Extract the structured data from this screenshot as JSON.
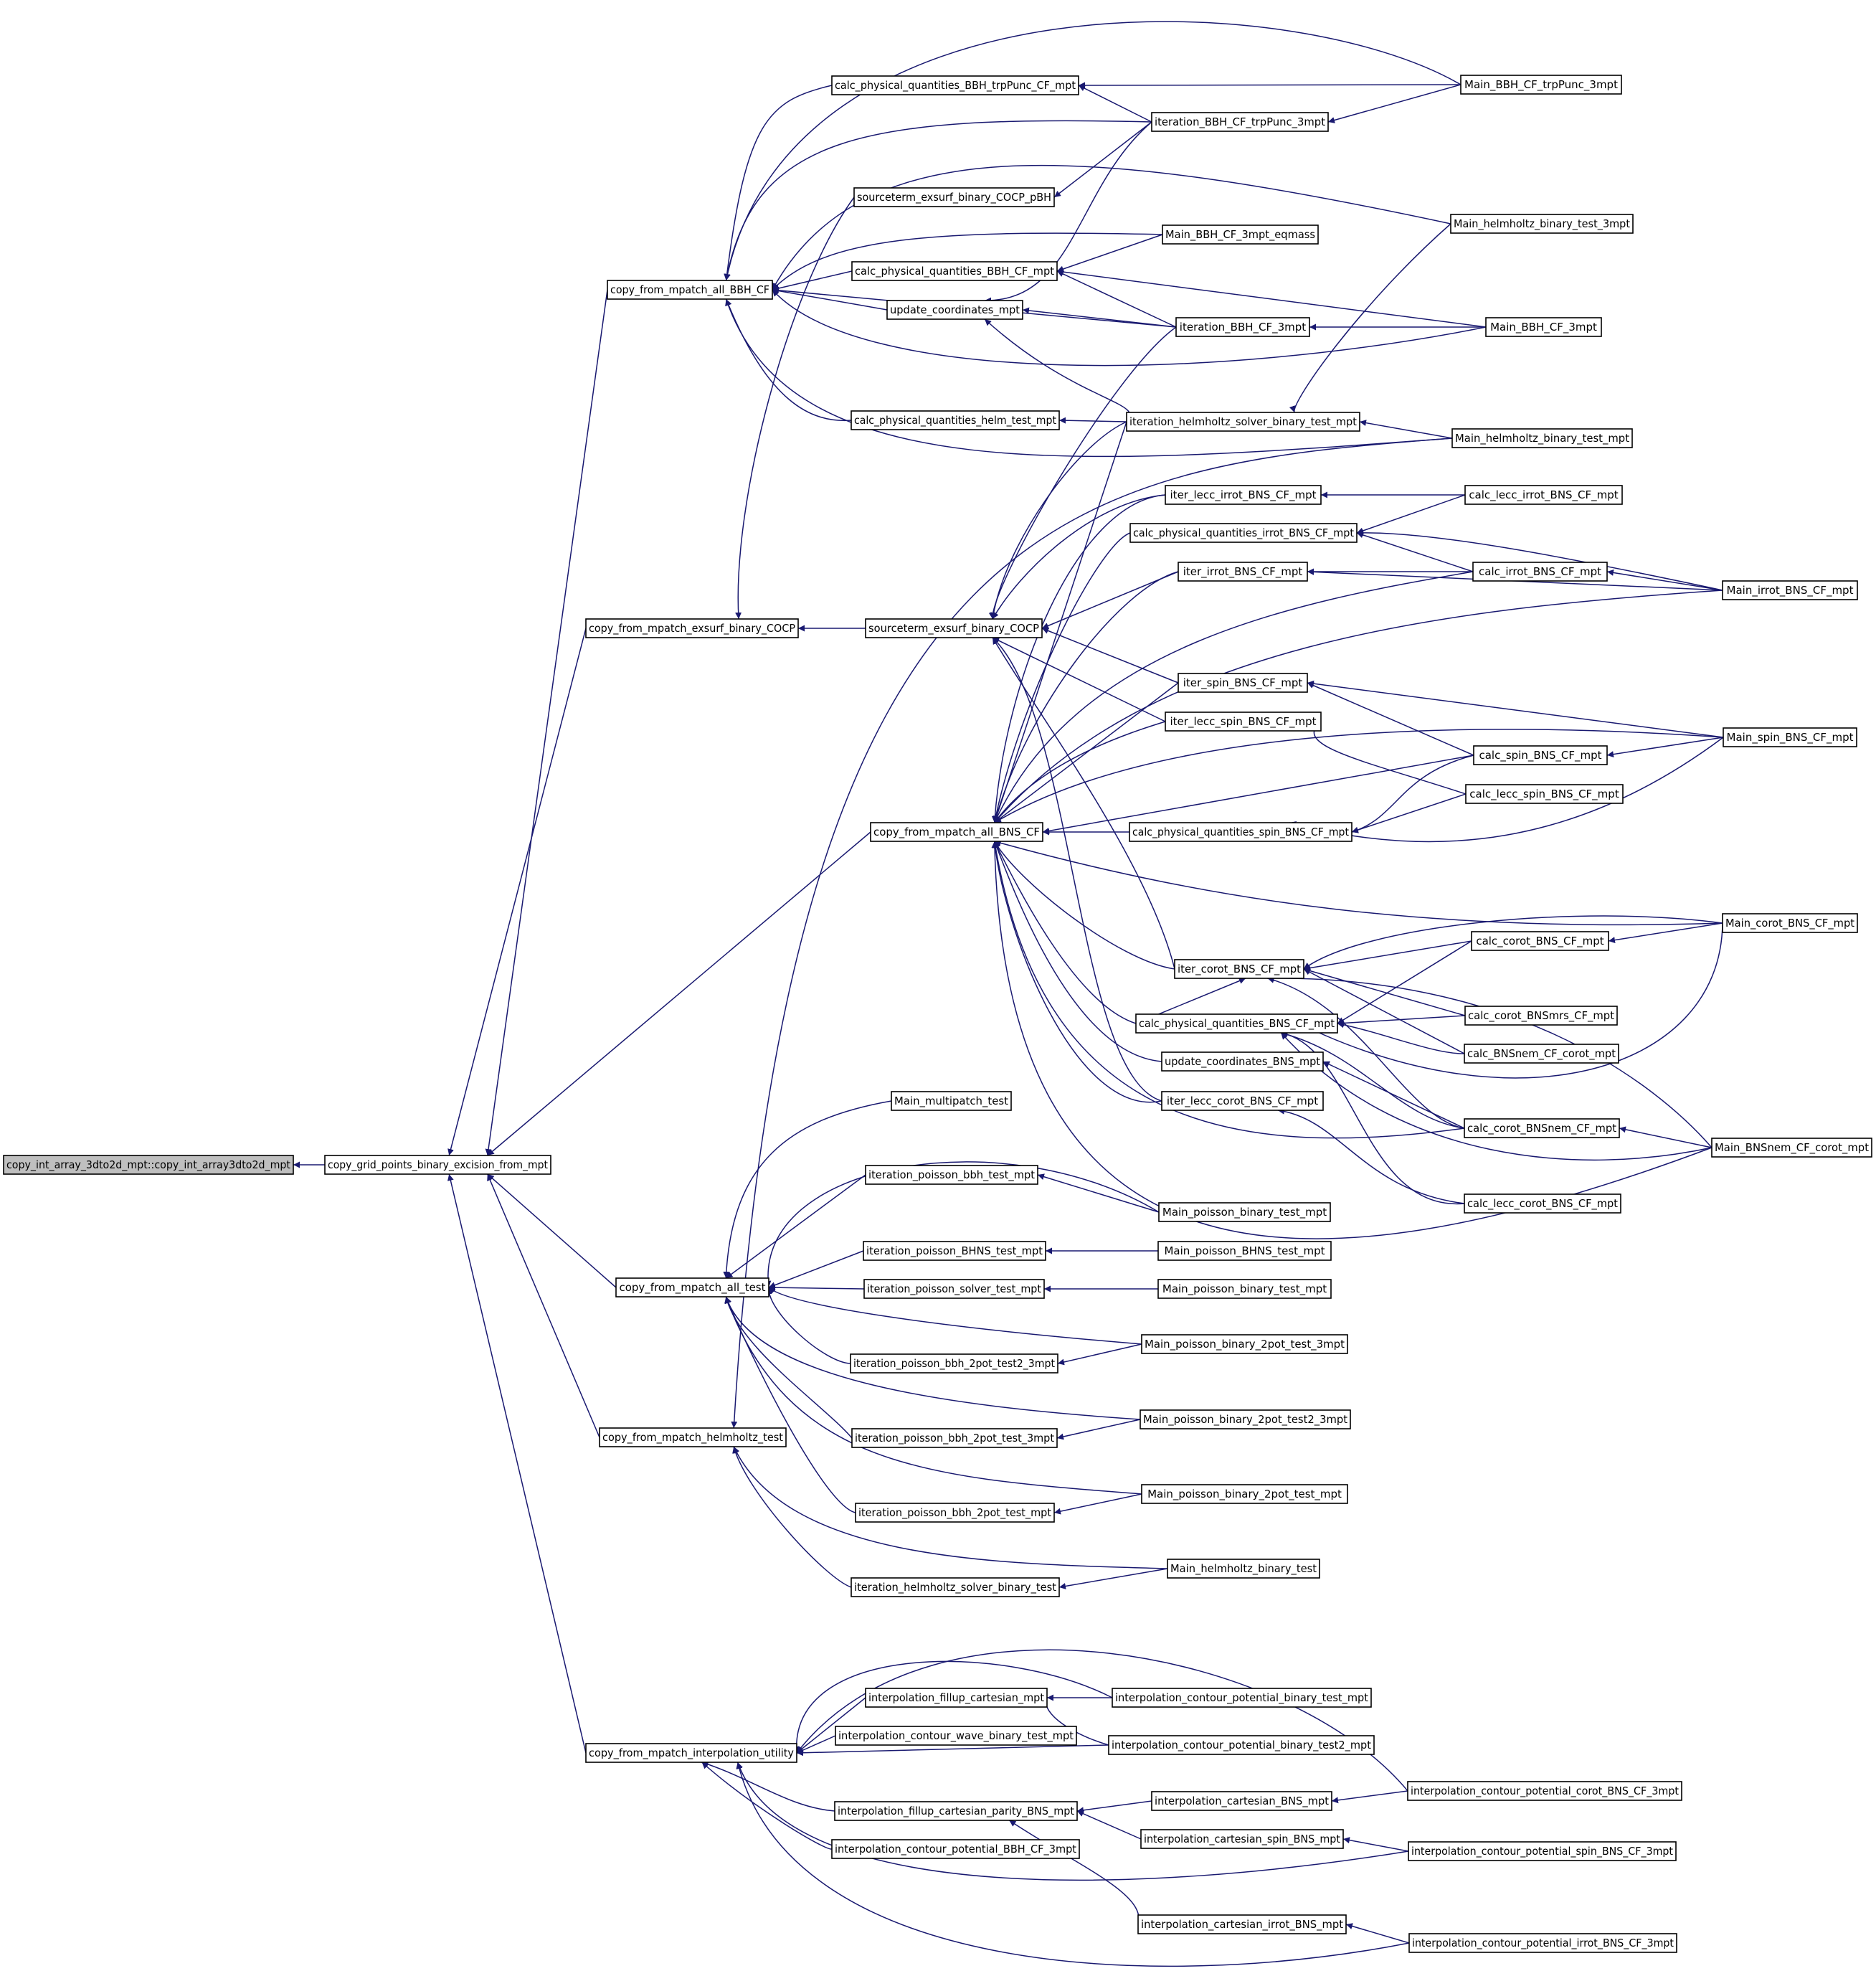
{
  "diagram": {
    "type": "caller-graph",
    "colors": {
      "edge": "#191970",
      "root_fill": "#bfbfbf",
      "node_fill": "#ffffff",
      "border": "#000000"
    },
    "nodes": [
      {
        "id": "n0",
        "label": "copy_int_array_3dto2d_mpt::copy_int_array3dto2d_mpt",
        "root": true
      },
      {
        "id": "n1",
        "label": "copy_grid_points_binary_excision_from_mpt"
      },
      {
        "id": "n2",
        "label": "copy_from_mpatch_all_BBH_CF"
      },
      {
        "id": "n3",
        "label": "copy_from_mpatch_exsurf_binary_COCP"
      },
      {
        "id": "n4",
        "label": "copy_from_mpatch_all_BNS_CF"
      },
      {
        "id": "n5",
        "label": "copy_from_mpatch_all_test"
      },
      {
        "id": "n6",
        "label": "copy_from_mpatch_helmholtz_test"
      },
      {
        "id": "n7",
        "label": "copy_from_mpatch_interpolation_utility"
      },
      {
        "id": "n8",
        "label": "calc_physical_quantities_BBH_trpPunc_CF_mpt"
      },
      {
        "id": "n9",
        "label": "sourceterm_exsurf_binary_COCP_pBH"
      },
      {
        "id": "n10",
        "label": "calc_physical_quantities_BBH_CF_mpt"
      },
      {
        "id": "n11",
        "label": "update_coordinates_mpt"
      },
      {
        "id": "n12",
        "label": "calc_physical_quantities_helm_test_mpt"
      },
      {
        "id": "n13",
        "label": "iteration_BBH_CF_trpPunc_3mpt"
      },
      {
        "id": "n14",
        "label": "Main_BBH_CF_3mpt_eqmass"
      },
      {
        "id": "n15",
        "label": "iteration_BBH_CF_3mpt"
      },
      {
        "id": "n16",
        "label": "iteration_helmholtz_solver_binary_test_mpt"
      },
      {
        "id": "n17",
        "label": "Main_BBH_CF_trpPunc_3mpt"
      },
      {
        "id": "n18",
        "label": "Main_helmholtz_binary_test_3mpt"
      },
      {
        "id": "n19",
        "label": "Main_BBH_CF_3mpt"
      },
      {
        "id": "n20",
        "label": "Main_helmholtz_binary_test_mpt"
      },
      {
        "id": "n21",
        "label": "sourceterm_exsurf_binary_COCP"
      },
      {
        "id": "n22",
        "label": "iter_lecc_irrot_BNS_CF_mpt"
      },
      {
        "id": "n23",
        "label": "calc_physical_quantities_irrot_BNS_CF_mpt"
      },
      {
        "id": "n24",
        "label": "iter_irrot_BNS_CF_mpt"
      },
      {
        "id": "n25",
        "label": "iter_spin_BNS_CF_mpt"
      },
      {
        "id": "n26",
        "label": "iter_lecc_spin_BNS_CF_mpt"
      },
      {
        "id": "n27",
        "label": "calc_physical_quantities_spin_BNS_CF_mpt"
      },
      {
        "id": "n28",
        "label": "iter_corot_BNS_CF_mpt"
      },
      {
        "id": "n29",
        "label": "calc_physical_quantities_BNS_CF_mpt"
      },
      {
        "id": "n30",
        "label": "update_coordinates_BNS_mpt"
      },
      {
        "id": "n31",
        "label": "iter_lecc_corot_BNS_CF_mpt"
      },
      {
        "id": "n32",
        "label": "calc_lecc_irrot_BNS_CF_mpt"
      },
      {
        "id": "n33",
        "label": "calc_irrot_BNS_CF_mpt"
      },
      {
        "id": "n34",
        "label": "Main_irrot_BNS_CF_mpt"
      },
      {
        "id": "n35",
        "label": "calc_spin_BNS_CF_mpt"
      },
      {
        "id": "n36",
        "label": "calc_lecc_spin_BNS_CF_mpt"
      },
      {
        "id": "n37",
        "label": "Main_spin_BNS_CF_mpt"
      },
      {
        "id": "n38",
        "label": "calc_corot_BNS_CF_mpt"
      },
      {
        "id": "n39",
        "label": "Main_corot_BNS_CF_mpt"
      },
      {
        "id": "n40",
        "label": "calc_corot_BNSmrs_CF_mpt"
      },
      {
        "id": "n41",
        "label": "calc_BNSnem_CF_corot_mpt"
      },
      {
        "id": "n42",
        "label": "calc_corot_BNSnem_CF_mpt"
      },
      {
        "id": "n43",
        "label": "Main_BNSnem_CF_corot_mpt"
      },
      {
        "id": "n44",
        "label": "calc_lecc_corot_BNS_CF_mpt"
      },
      {
        "id": "n45",
        "label": "Main_multipatch_test"
      },
      {
        "id": "n46",
        "label": "iteration_poisson_bbh_test_mpt"
      },
      {
        "id": "n47",
        "label": "iteration_poisson_BHNS_test_mpt"
      },
      {
        "id": "n48",
        "label": "iteration_poisson_solver_test_mpt"
      },
      {
        "id": "n49",
        "label": "iteration_poisson_bbh_2pot_test2_3mpt"
      },
      {
        "id": "n50",
        "label": "iteration_poisson_bbh_2pot_test_3mpt"
      },
      {
        "id": "n51",
        "label": "iteration_poisson_bbh_2pot_test_mpt"
      },
      {
        "id": "n52",
        "label": "iteration_helmholtz_solver_binary_test"
      },
      {
        "id": "n53",
        "label": "Main_poisson_binary_test_mpt"
      },
      {
        "id": "n54",
        "label": "Main_poisson_BHNS_test_mpt"
      },
      {
        "id": "n55",
        "label": "Main_poisson_binary_test_mpt"
      },
      {
        "id": "n56",
        "label": "Main_poisson_binary_2pot_test_3mpt"
      },
      {
        "id": "n57",
        "label": "Main_poisson_binary_2pot_test2_3mpt"
      },
      {
        "id": "n58",
        "label": "Main_poisson_binary_2pot_test_mpt"
      },
      {
        "id": "n59",
        "label": "Main_helmholtz_binary_test"
      },
      {
        "id": "n60",
        "label": "interpolation_fillup_cartesian_mpt"
      },
      {
        "id": "n61",
        "label": "interpolation_contour_wave_binary_test_mpt"
      },
      {
        "id": "n62",
        "label": "interpolation_fillup_cartesian_parity_BNS_mpt"
      },
      {
        "id": "n63",
        "label": "interpolation_contour_potential_BBH_CF_3mpt"
      },
      {
        "id": "n64",
        "label": "interpolation_contour_potential_binary_test_mpt"
      },
      {
        "id": "n65",
        "label": "interpolation_contour_potential_binary_test2_mpt"
      },
      {
        "id": "n66",
        "label": "interpolation_cartesian_BNS_mpt"
      },
      {
        "id": "n67",
        "label": "interpolation_cartesian_spin_BNS_mpt"
      },
      {
        "id": "n68",
        "label": "interpolation_cartesian_irrot_BNS_mpt"
      },
      {
        "id": "n69",
        "label": "interpolation_contour_potential_corot_BNS_CF_3mpt"
      },
      {
        "id": "n70",
        "label": "interpolation_contour_potential_spin_BNS_CF_3mpt"
      },
      {
        "id": "n71",
        "label": "interpolation_contour_potential_irrot_BNS_CF_3mpt"
      }
    ],
    "edges": [
      [
        "n1",
        "n0"
      ],
      [
        "n2",
        "n1"
      ],
      [
        "n3",
        "n1"
      ],
      [
        "n4",
        "n1"
      ],
      [
        "n5",
        "n1"
      ],
      [
        "n6",
        "n1"
      ],
      [
        "n7",
        "n1"
      ],
      [
        "n8",
        "n2"
      ],
      [
        "n13",
        "n2"
      ],
      [
        "n17",
        "n2"
      ],
      [
        "n18",
        "n2"
      ],
      [
        "n14",
        "n2"
      ],
      [
        "n10",
        "n2"
      ],
      [
        "n11",
        "n2"
      ],
      [
        "n15",
        "n2"
      ],
      [
        "n19",
        "n2"
      ],
      [
        "n12",
        "n2"
      ],
      [
        "n20",
        "n2"
      ],
      [
        "n17",
        "n8"
      ],
      [
        "n13",
        "n8"
      ],
      [
        "n13",
        "n9"
      ],
      [
        "n14",
        "n10"
      ],
      [
        "n15",
        "n10"
      ],
      [
        "n19",
        "n10"
      ],
      [
        "n13",
        "n11"
      ],
      [
        "n15",
        "n11"
      ],
      [
        "n16",
        "n11"
      ],
      [
        "n16",
        "n12"
      ],
      [
        "n17",
        "n13"
      ],
      [
        "n19",
        "n15"
      ],
      [
        "n20",
        "n16"
      ],
      [
        "n18",
        "n16"
      ],
      [
        "n9",
        "n3"
      ],
      [
        "n21",
        "n3"
      ],
      [
        "n15",
        "n21"
      ],
      [
        "n16",
        "n21"
      ],
      [
        "n22",
        "n21"
      ],
      [
        "n24",
        "n21"
      ],
      [
        "n25",
        "n21"
      ],
      [
        "n26",
        "n21"
      ],
      [
        "n28",
        "n21"
      ],
      [
        "n31",
        "n21"
      ],
      [
        "n16",
        "n4"
      ],
      [
        "n22",
        "n4"
      ],
      [
        "n23",
        "n4"
      ],
      [
        "n24",
        "n4"
      ],
      [
        "n25",
        "n4"
      ],
      [
        "n26",
        "n4"
      ],
      [
        "n27",
        "n4"
      ],
      [
        "n28",
        "n4"
      ],
      [
        "n29",
        "n4"
      ],
      [
        "n30",
        "n4"
      ],
      [
        "n31",
        "n4"
      ],
      [
        "n33",
        "n4"
      ],
      [
        "n34",
        "n4"
      ],
      [
        "n37",
        "n4"
      ],
      [
        "n35",
        "n4"
      ],
      [
        "n39",
        "n4"
      ],
      [
        "n42",
        "n4"
      ],
      [
        "n43",
        "n4"
      ],
      [
        "n32",
        "n22"
      ],
      [
        "n32",
        "n23"
      ],
      [
        "n33",
        "n23"
      ],
      [
        "n34",
        "n23"
      ],
      [
        "n33",
        "n24"
      ],
      [
        "n34",
        "n24"
      ],
      [
        "n34",
        "n33"
      ],
      [
        "n37",
        "n25"
      ],
      [
        "n35",
        "n25"
      ],
      [
        "n36",
        "n26"
      ],
      [
        "n35",
        "n27"
      ],
      [
        "n36",
        "n27"
      ],
      [
        "n37",
        "n27"
      ],
      [
        "n37",
        "n35"
      ],
      [
        "n38",
        "n28"
      ],
      [
        "n39",
        "n28"
      ],
      [
        "n29",
        "n28"
      ],
      [
        "n40",
        "n28"
      ],
      [
        "n41",
        "n28"
      ],
      [
        "n42",
        "n28"
      ],
      [
        "n43",
        "n28"
      ],
      [
        "n38",
        "n29"
      ],
      [
        "n40",
        "n29"
      ],
      [
        "n41",
        "n29"
      ],
      [
        "n42",
        "n29"
      ],
      [
        "n44",
        "n29"
      ],
      [
        "n39",
        "n29"
      ],
      [
        "n43",
        "n29"
      ],
      [
        "n39",
        "n38"
      ],
      [
        "n43",
        "n42"
      ],
      [
        "n42",
        "n30"
      ],
      [
        "n44",
        "n31"
      ],
      [
        "n45",
        "n5"
      ],
      [
        "n46",
        "n5"
      ],
      [
        "n53",
        "n5"
      ],
      [
        "n47",
        "n5"
      ],
      [
        "n48",
        "n5"
      ],
      [
        "n56",
        "n5"
      ],
      [
        "n49",
        "n5"
      ],
      [
        "n57",
        "n5"
      ],
      [
        "n50",
        "n5"
      ],
      [
        "n58",
        "n5"
      ],
      [
        "n51",
        "n5"
      ],
      [
        "n53",
        "n46"
      ],
      [
        "n54",
        "n47"
      ],
      [
        "n55",
        "n48"
      ],
      [
        "n56",
        "n49"
      ],
      [
        "n57",
        "n50"
      ],
      [
        "n58",
        "n51"
      ],
      [
        "n20",
        "n6"
      ],
      [
        "n59",
        "n6"
      ],
      [
        "n52",
        "n6"
      ],
      [
        "n59",
        "n52"
      ],
      [
        "n60",
        "n7"
      ],
      [
        "n61",
        "n7"
      ],
      [
        "n62",
        "n7"
      ],
      [
        "n63",
        "n7"
      ],
      [
        "n64",
        "n7"
      ],
      [
        "n65",
        "n7"
      ],
      [
        "n69",
        "n7"
      ],
      [
        "n70",
        "n7"
      ],
      [
        "n71",
        "n7"
      ],
      [
        "n64",
        "n60"
      ],
      [
        "n65",
        "n60"
      ],
      [
        "n66",
        "n62"
      ],
      [
        "n67",
        "n62"
      ],
      [
        "n68",
        "n62"
      ],
      [
        "n69",
        "n66"
      ],
      [
        "n70",
        "n67"
      ],
      [
        "n71",
        "n68"
      ]
    ]
  }
}
